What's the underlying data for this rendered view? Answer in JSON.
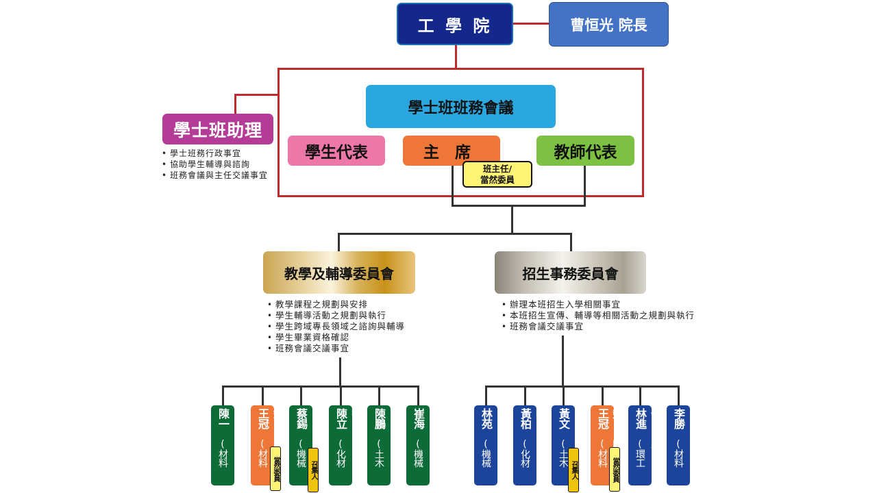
{
  "top": {
    "college": "工 學 院",
    "dean": "曹恒光 院長"
  },
  "assistant": {
    "title": "學士班助理",
    "duties": [
      "學士班務行政事宜",
      "協助學生輔導與諮詢",
      "班務會議與主任交議事宜"
    ]
  },
  "council": {
    "title": "學士班班務會議",
    "student_rep": "學生代表",
    "chair": "主　席",
    "chair_tag_line1": "班主任/",
    "chair_tag_line2": "當然委員",
    "faculty_rep": "教師代表"
  },
  "committees": [
    {
      "title": "教學及輔導委員會",
      "duties": [
        "教學課程之規劃與安排",
        "學生輔導活動之規劃與執行",
        "學生跨域專長領域之諮詢與輔導",
        "學生畢業資格確認",
        "班務會議交議事宜"
      ],
      "members": [
        {
          "name": "陳一塵",
          "affiliation": "(材料所)",
          "tag": ""
        },
        {
          "name": "王冠文",
          "affiliation": "(材料所)",
          "tag": "當然委員"
        },
        {
          "name": "蔡錫錚",
          "affiliation": "(機械系)",
          "tag": "召集人"
        },
        {
          "name": "陳立業",
          "affiliation": "(化材系)",
          "tag": ""
        },
        {
          "name": "陳鵬宇",
          "affiliation": "(土木系)",
          "tag": ""
        },
        {
          "name": "崔海平",
          "affiliation": "(機械系)",
          "tag": ""
        }
      ]
    },
    {
      "title": "招生事務委員會",
      "duties": [
        "辦理本班招生入學相關事宜",
        "本班招生宣傳、輔導等相關活動之規劃與執行",
        "班務會議交議事宜"
      ],
      "members": [
        {
          "name": "林苑婷",
          "affiliation": "(機械系)",
          "tag": ""
        },
        {
          "name": "黃柏榮",
          "affiliation": "(化材系)",
          "tag": ""
        },
        {
          "name": "黃文昭",
          "affiliation": "(土木系)",
          "tag": "召集人"
        },
        {
          "name": "王冠文",
          "affiliation": "(材料所)",
          "tag": "當然委員"
        },
        {
          "name": "林進榮",
          "affiliation": "(環工所)",
          "tag": ""
        },
        {
          "name": "李勝偉",
          "affiliation": "(材料所)",
          "tag": ""
        }
      ]
    }
  ],
  "colors": {
    "college": "#13288a",
    "dean": "#4472c4",
    "assistant": "#b43b96",
    "council": "#2ba7e0",
    "student_rep": "#ed77a8",
    "chair": "#ee7637",
    "faculty_rep": "#7dc142",
    "tag_light": "#fff476",
    "tag_dark": "#f0c30f",
    "member_green": "#0d6b38",
    "member_blue": "#1c449b",
    "member_orange": "#ee7637",
    "red_line": "#c0282a"
  }
}
